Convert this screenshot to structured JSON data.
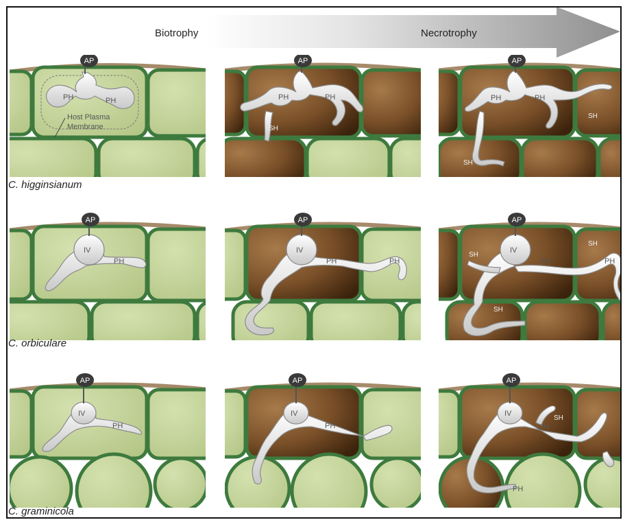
{
  "header": {
    "stage_start": "Biotrophy",
    "stage_end": "Necrotrophy"
  },
  "labels": {
    "appressorium": "AP",
    "primary_hypha": "PH",
    "secondary_hypha": "SH",
    "infection_vesicle": "IV",
    "membrane_line1": "Host Plasma",
    "membrane_line2": "Membrane"
  },
  "rows": [
    {
      "species": "C. higginsianum"
    },
    {
      "species": "C. orbiculare"
    },
    {
      "species": "C. graminicola"
    }
  ],
  "colors": {
    "healthy_cell": "#c5d59d",
    "dead_cell": "#6b4321",
    "cell_wall": "#3e7a3e",
    "hypha": "#e8e8e8",
    "appressorium": "#3a3a3a",
    "cuticle": "#a68a6a"
  }
}
